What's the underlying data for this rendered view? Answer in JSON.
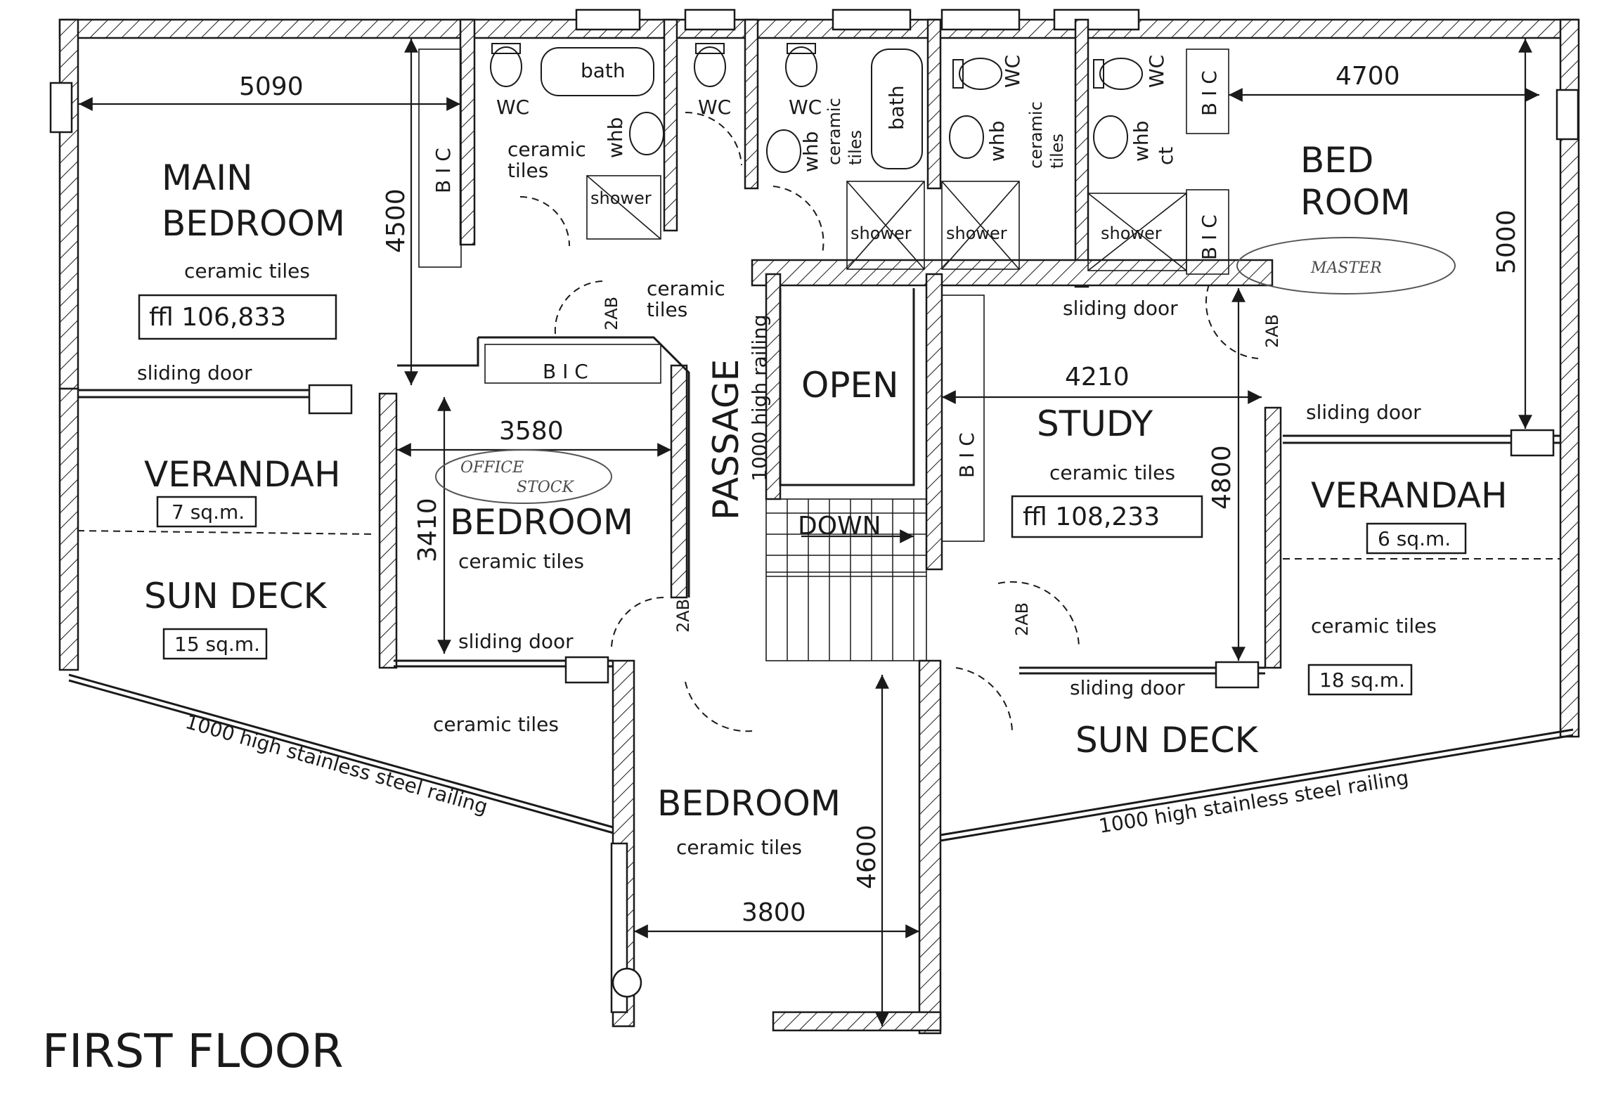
{
  "title": "FIRST FLOOR",
  "rooms": {
    "main_bedroom_1": "MAIN",
    "main_bedroom_2": "BEDROOM",
    "bedroom_tr_1": "BED",
    "bedroom_tr_2": "ROOM",
    "bedroom_mid": "BEDROOM",
    "bedroom_bottom": "BEDROOM",
    "study": "STUDY",
    "passage": "PASSAGE",
    "open": "OPEN",
    "verandah_left": "VERANDAH",
    "verandah_right": "VERANDAH",
    "sundeck_left": "SUN  DECK",
    "sundeck_right": "SUN  DECK"
  },
  "areas": {
    "verandah_left": "7 sq.m.",
    "sundeck_left": "15 sq.m.",
    "verandah_right": "6 sq.m.",
    "sundeck_right": "18 sq.m."
  },
  "levels": {
    "main_bedroom": "ffl  106,833",
    "study": "ffl  108,233"
  },
  "dimensions": {
    "main_bedroom_width": "5090",
    "main_bedroom_depth": "4500",
    "bedroom_tr_width": "4700",
    "bedroom_tr_depth": "5000",
    "bedroom_mid_width": "3580",
    "bedroom_mid_depth": "3410",
    "study_width": "4210",
    "study_depth": "4800",
    "bedroom_bottom_width": "3800",
    "bedroom_bottom_depth": "4600"
  },
  "labels": {
    "ceramic_tiles": "ceramic  tiles",
    "ceramic": "ceramic",
    "tiles": "tiles",
    "sliding_door": "sliding  door",
    "bic": "B I C",
    "wc": "WC",
    "whb": "whb",
    "ct": "ct",
    "bath": "bath",
    "shower": "shower",
    "door_2ab": "2AB",
    "down": "DOWN",
    "railing_1000": "1000  high  railing",
    "railing_steel": "1000  high  stainless  steel  railing"
  },
  "handwritten": {
    "master": "MASTER",
    "office": "OFFICE",
    "stock": "STOCK"
  }
}
